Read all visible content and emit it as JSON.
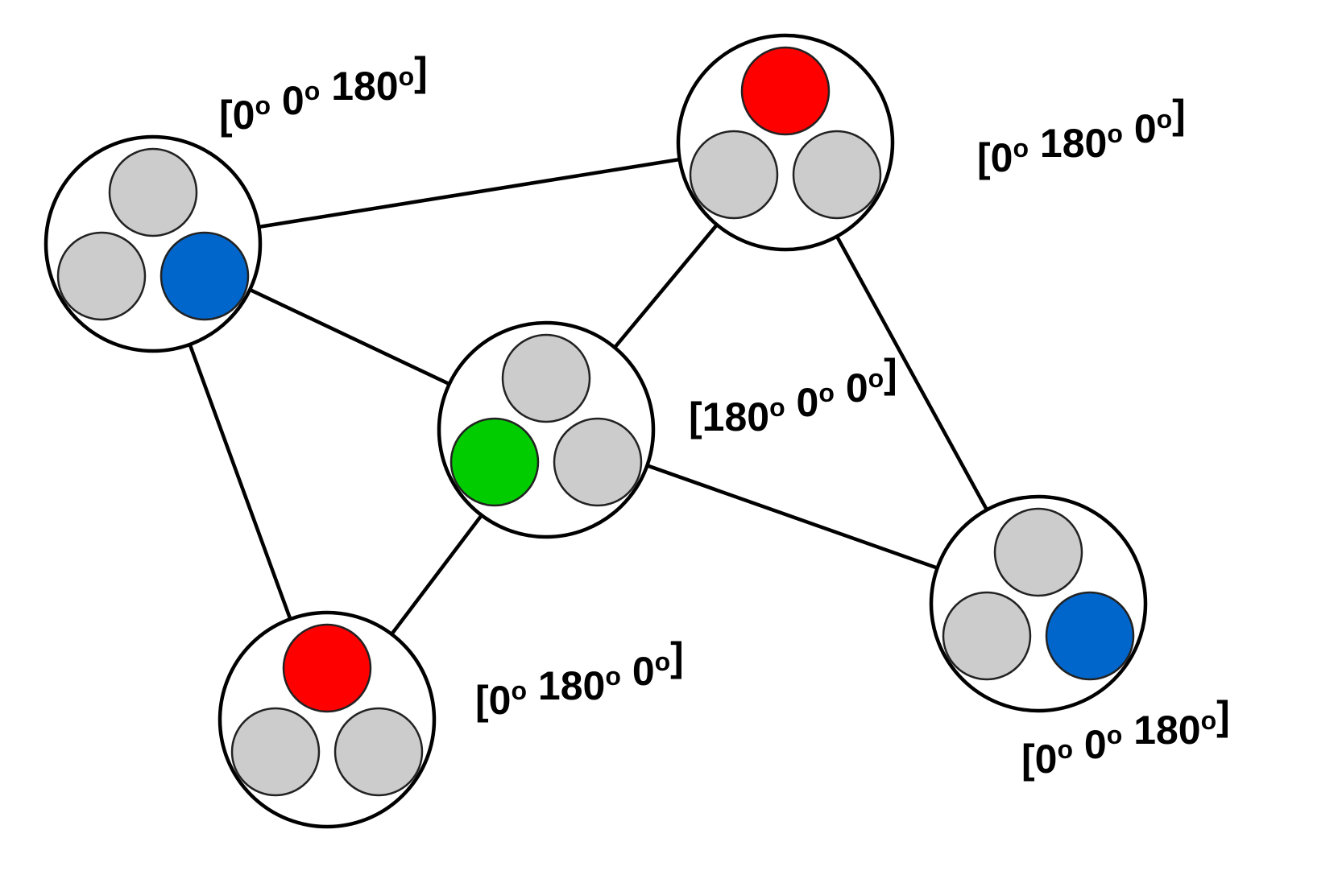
{
  "colors": {
    "gray": "#cccccc",
    "red": "#ff0000",
    "blue": "#0066cc",
    "green": "#00cc00",
    "edge": "#000000"
  },
  "degree_symbol": "o",
  "nodes": [
    {
      "id": "top-left",
      "label_angles": [
        "0",
        "0",
        "180"
      ],
      "sub_colors": [
        "gray",
        "gray",
        "blue"
      ]
    },
    {
      "id": "top-right",
      "label_angles": [
        "0",
        "180",
        "0"
      ],
      "sub_colors": [
        "red",
        "gray",
        "gray"
      ]
    },
    {
      "id": "center",
      "label_angles": [
        "180",
        "0",
        "0"
      ],
      "sub_colors": [
        "gray",
        "green",
        "gray"
      ]
    },
    {
      "id": "bottom-left",
      "label_angles": [
        "0",
        "180",
        "0"
      ],
      "sub_colors": [
        "red",
        "gray",
        "gray"
      ]
    },
    {
      "id": "bottom-right",
      "label_angles": [
        "0",
        "0",
        "180"
      ],
      "sub_colors": [
        "gray",
        "gray",
        "blue"
      ]
    }
  ],
  "edges": [
    [
      "top-left",
      "top-right"
    ],
    [
      "top-left",
      "center"
    ],
    [
      "top-left",
      "bottom-left"
    ],
    [
      "top-right",
      "center"
    ],
    [
      "top-right",
      "bottom-right"
    ],
    [
      "center",
      "bottom-left"
    ],
    [
      "center",
      "bottom-right"
    ]
  ]
}
